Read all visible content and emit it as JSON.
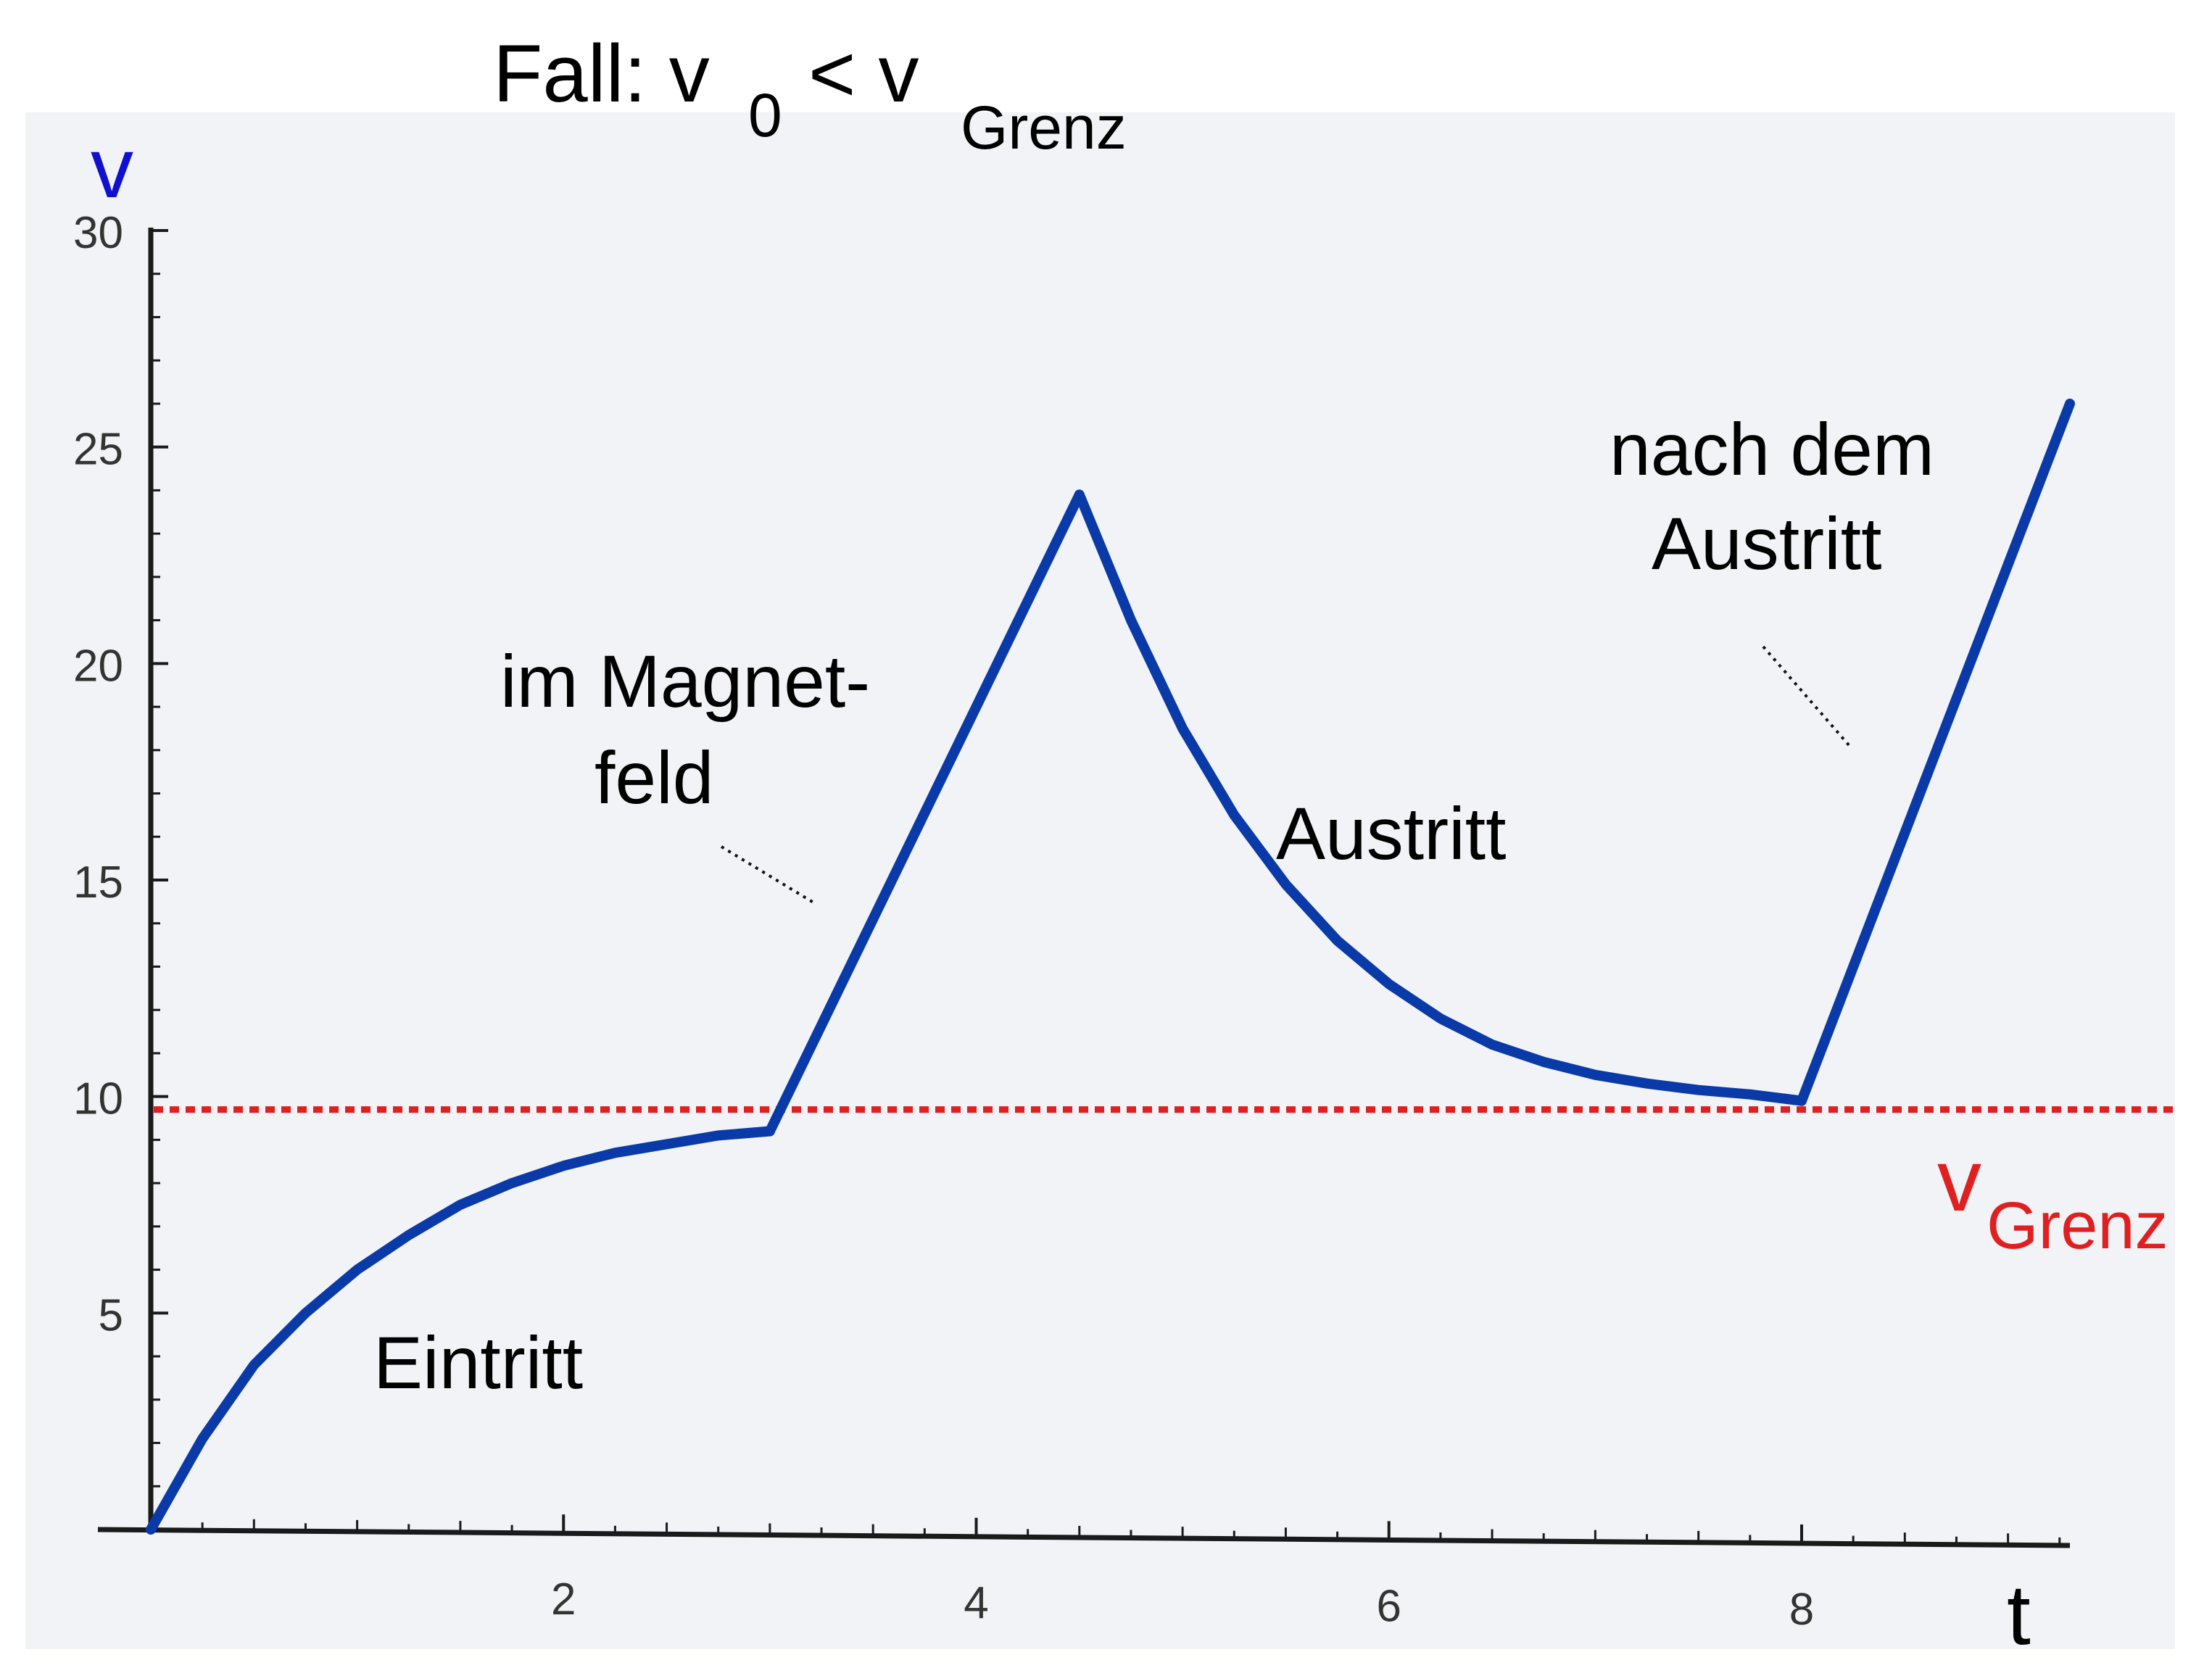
{
  "colors": {
    "panel": "#f1f3f6",
    "axis": "#1a1a1a",
    "curve": "#0a3aa8",
    "limit": "#e02020",
    "v_label": "#1010d0",
    "text": "#000000"
  },
  "chart_data": {
    "type": "line",
    "title": {
      "main": "Fall: v",
      "sub0": "0",
      "relation": "< v",
      "subGrenz": "Grenz"
    },
    "xlabel": "t",
    "ylabel": "v",
    "xlim": [
      0,
      9.3
    ],
    "ylim": [
      0,
      30
    ],
    "x_ticks": [
      2,
      4,
      6,
      8
    ],
    "x_tick_labels": [
      "2",
      "4",
      "6",
      "8"
    ],
    "y_ticks": [
      5,
      10,
      15,
      20,
      25,
      30
    ],
    "y_tick_labels": [
      "5",
      "10",
      "15",
      "20",
      "25",
      "30"
    ],
    "grid": false,
    "segments": [
      {
        "name": "Eintritt",
        "x": [
          0,
          0.25,
          0.5,
          0.75,
          1.0,
          1.25,
          1.5,
          1.75,
          2.0,
          2.25,
          2.5,
          2.75,
          3.0
        ],
        "y": [
          0,
          2.1,
          3.8,
          5.0,
          6.0,
          6.8,
          7.5,
          8.0,
          8.4,
          8.7,
          8.9,
          9.1,
          9.2
        ]
      },
      {
        "name": "im Magnetfeld",
        "x": [
          3.0,
          4.5
        ],
        "y": [
          9.2,
          23.9
        ]
      },
      {
        "name": "Austritt",
        "x": [
          4.5,
          4.75,
          5.0,
          5.25,
          5.5,
          5.75,
          6.0,
          6.25,
          6.5,
          6.75,
          7.0,
          7.25,
          7.5,
          7.75,
          8.0
        ],
        "y": [
          23.9,
          21.0,
          18.5,
          16.5,
          14.9,
          13.6,
          12.6,
          11.8,
          11.2,
          10.8,
          10.5,
          10.3,
          10.15,
          10.05,
          9.9
        ]
      },
      {
        "name": "nach dem Austritt",
        "x": [
          8.0,
          9.3
        ],
        "y": [
          9.9,
          26.0
        ]
      }
    ],
    "limit_line": {
      "y": 9.7,
      "label_main": "v",
      "label_sub": "Grenz"
    },
    "annotations": {
      "eintritt": "Eintritt",
      "magnet_1": "im Magnet-",
      "magnet_2": "feld",
      "austritt": "Austritt",
      "nach_1": "nach dem",
      "nach_2": "Austritt"
    }
  }
}
